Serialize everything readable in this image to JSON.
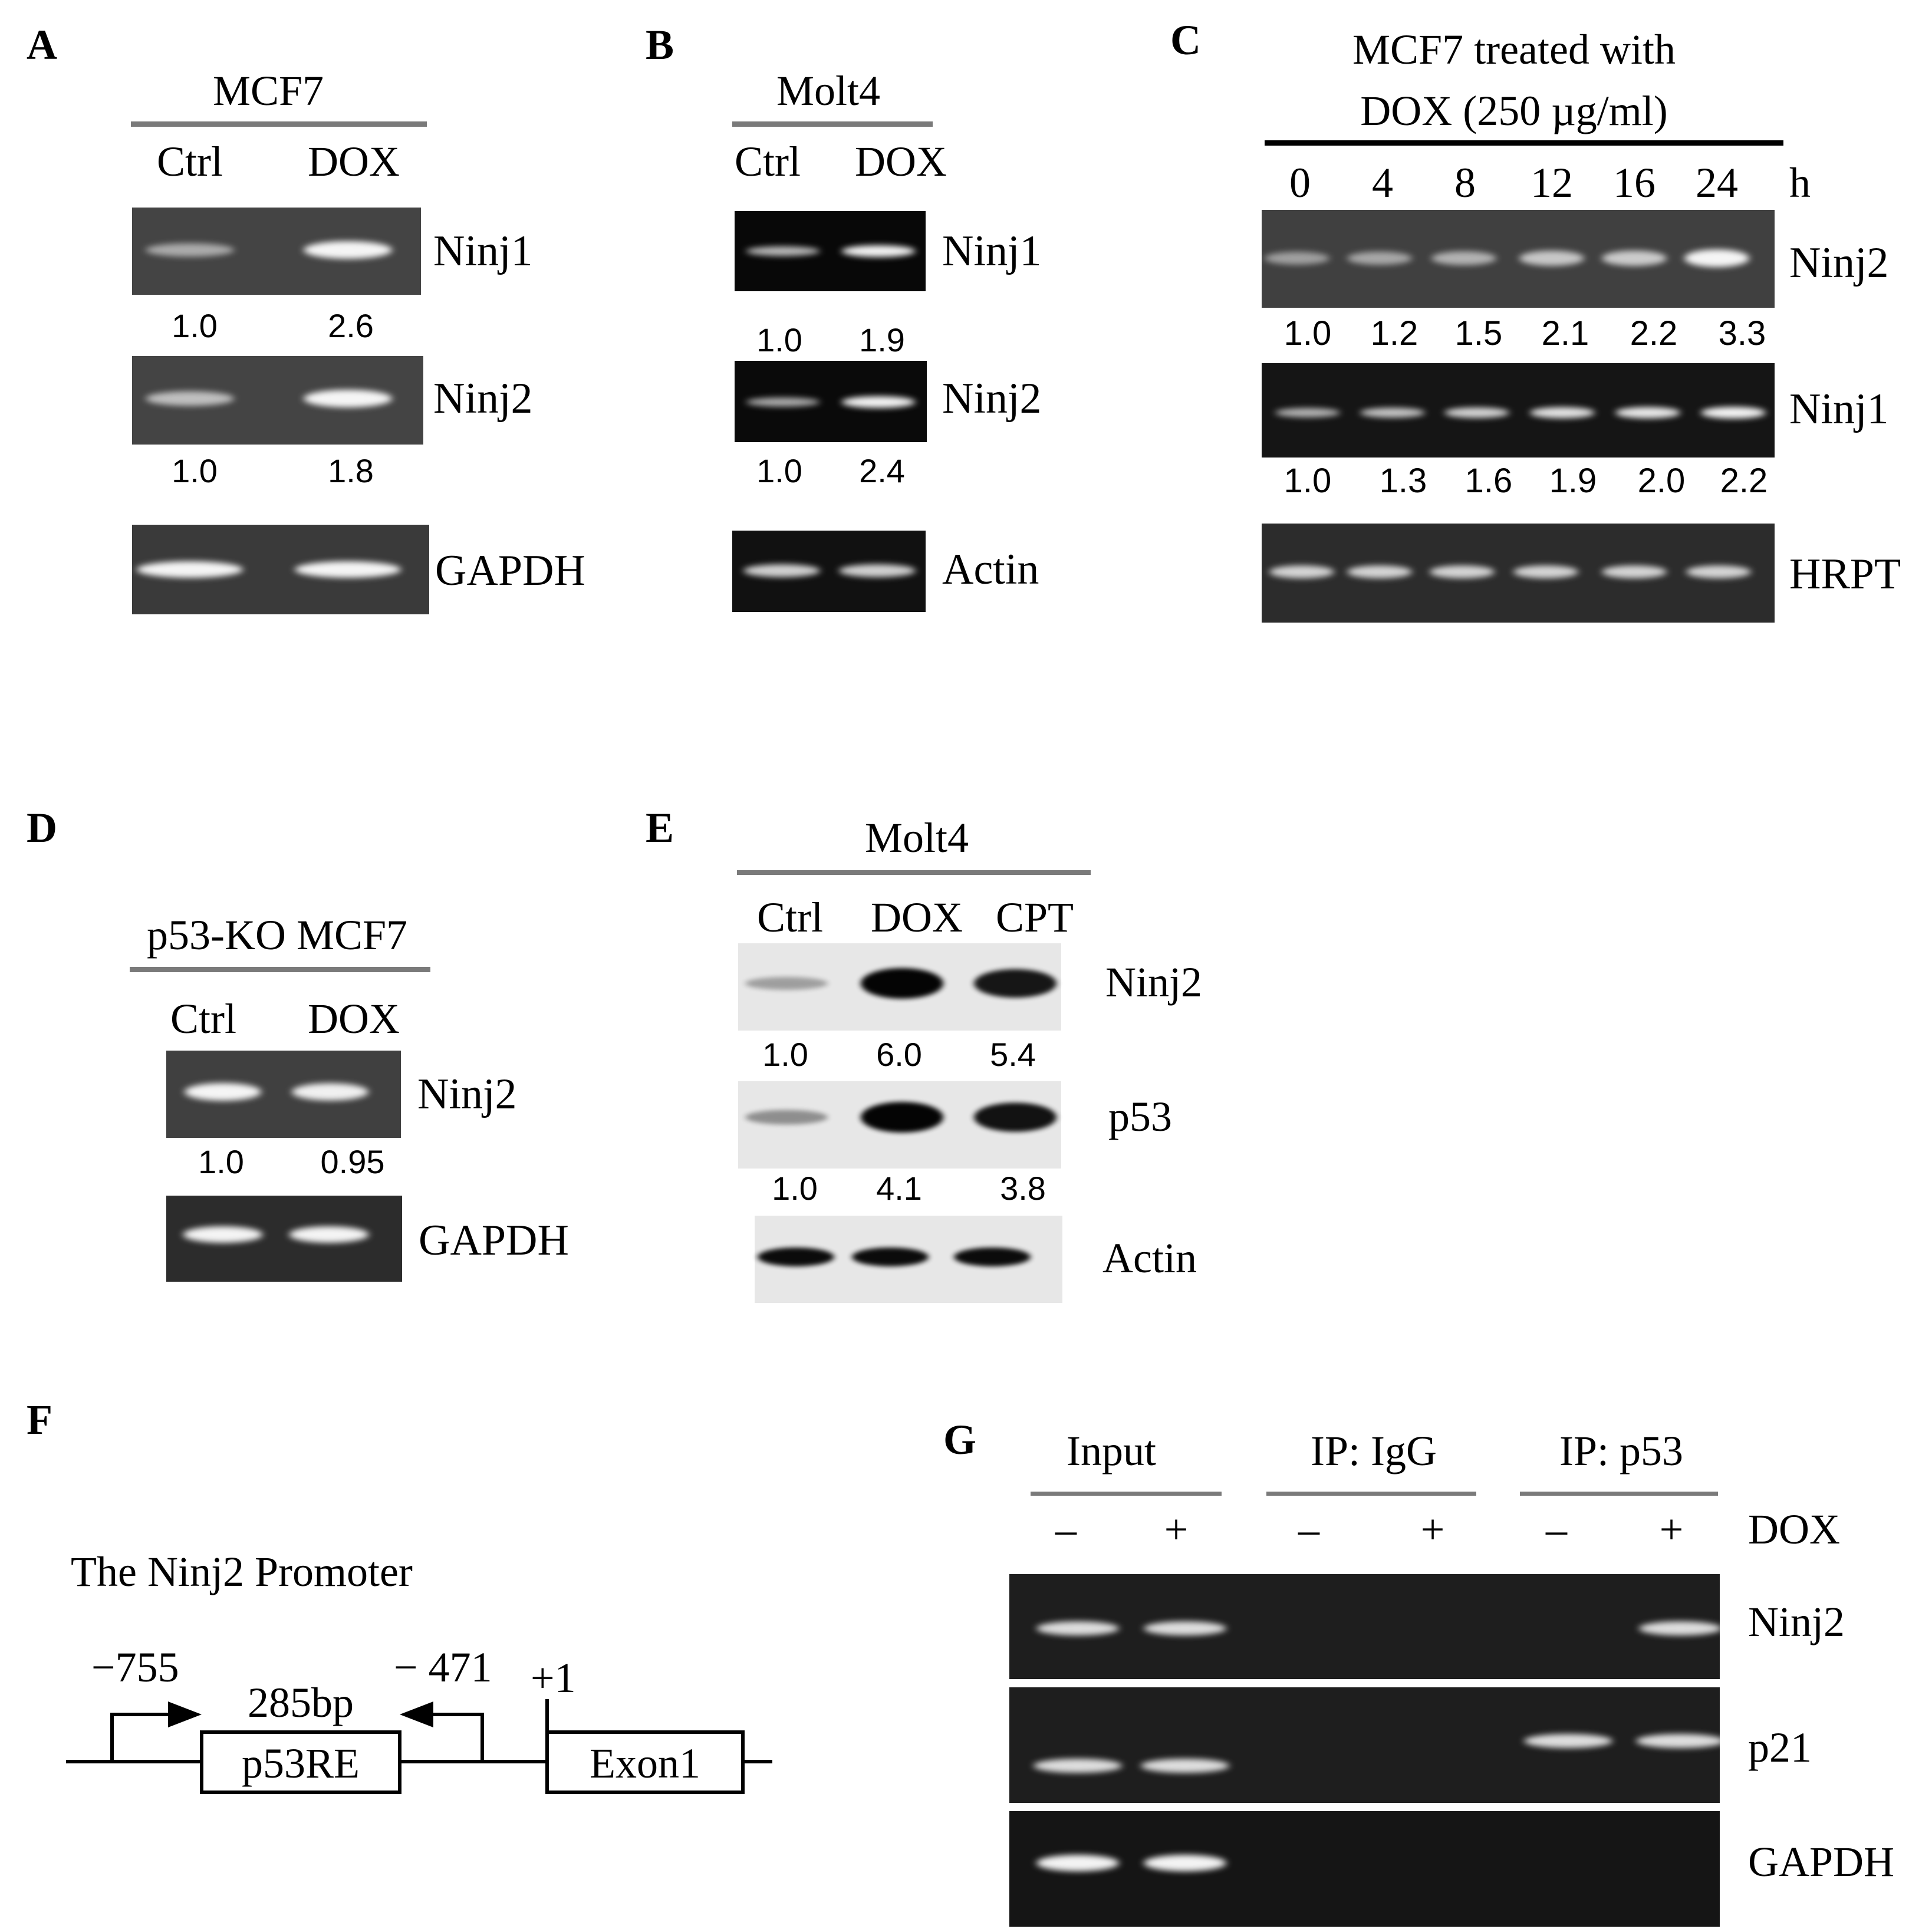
{
  "panels": {
    "A": {
      "letter": "A",
      "cell_line": "MCF7",
      "lanes": [
        "Ctrl",
        "DOX"
      ],
      "rows": [
        {
          "label": "Ninj1",
          "values": [
            "1.0",
            "2.6"
          ]
        },
        {
          "label": "Ninj2",
          "values": [
            "1.0",
            "1.8"
          ]
        },
        {
          "label": "GAPDH"
        }
      ]
    },
    "B": {
      "letter": "B",
      "cell_line": "Molt4",
      "lanes": [
        "Ctrl",
        "DOX"
      ],
      "rows": [
        {
          "label": "Ninj1",
          "values": [
            "1.0",
            "1.9"
          ]
        },
        {
          "label": "Ninj2",
          "values": [
            "1.0",
            "2.4"
          ]
        },
        {
          "label": "Actin"
        }
      ]
    },
    "C": {
      "letter": "C",
      "title_line1": "MCF7 treated with",
      "title_line2": "DOX (250 µg/ml)",
      "lanes": [
        "0",
        "4",
        "8",
        "12",
        "16",
        "24"
      ],
      "unit": "h",
      "rows": [
        {
          "label": "Ninj2",
          "values": [
            "1.0",
            "1.2",
            "1.5",
            "2.1",
            "2.2",
            "3.3"
          ]
        },
        {
          "label": "Ninj1",
          "values": [
            "1.0",
            "1.3",
            "1.6",
            "1.9",
            "2.0",
            "2.2"
          ]
        },
        {
          "label": "HRPT"
        }
      ]
    },
    "D": {
      "letter": "D",
      "cell_line": "p53-KO MCF7",
      "lanes": [
        "Ctrl",
        "DOX"
      ],
      "rows": [
        {
          "label": "Ninj2",
          "values": [
            "1.0",
            "0.95"
          ]
        },
        {
          "label": "GAPDH"
        }
      ]
    },
    "E": {
      "letter": "E",
      "cell_line": "Molt4",
      "lanes": [
        "Ctrl",
        "DOX",
        "CPT"
      ],
      "rows": [
        {
          "label": "Ninj2",
          "values": [
            "1.0",
            "6.0",
            "5.4"
          ]
        },
        {
          "label": "p53",
          "values": [
            "1.0",
            "4.1",
            "3.8"
          ]
        },
        {
          "label": "Actin"
        }
      ]
    },
    "F": {
      "letter": "F",
      "title": "The Ninj2 Promoter",
      "pos_left": "−755",
      "pos_right": "− 471",
      "pos_tss": "+1",
      "amplicon": "285bp",
      "box1": "p53RE",
      "box2": "Exon1"
    },
    "G": {
      "letter": "G",
      "groups": [
        "Input",
        "IP: IgG",
        "IP: p53"
      ],
      "signs": [
        "–",
        "+",
        "–",
        "+",
        "–",
        "+"
      ],
      "treatment": "DOX",
      "rows": [
        {
          "label": "Ninj2"
        },
        {
          "label": "p21"
        },
        {
          "label": "GAPDH"
        }
      ]
    }
  },
  "band_intensity": {
    "A_Ninj1": [
      1.0,
      2.6
    ],
    "A_Ninj2": [
      1.0,
      1.8
    ],
    "B_Ninj1": [
      1.0,
      1.9
    ],
    "B_Ninj2": [
      1.0,
      2.4
    ],
    "C_Ninj2": [
      1.0,
      1.2,
      1.5,
      2.1,
      2.2,
      3.3
    ],
    "C_Ninj1": [
      1.0,
      1.3,
      1.6,
      1.9,
      2.0,
      2.2
    ],
    "D_Ninj2": [
      1.0,
      0.95
    ],
    "E_Ninj2": [
      1.0,
      6.0,
      5.4
    ],
    "E_p53": [
      1.0,
      4.1,
      3.8
    ],
    "G_Ninj2": [
      1,
      1,
      0,
      0,
      0,
      1
    ],
    "G_p21": [
      1,
      1,
      0,
      0,
      1,
      1
    ],
    "G_GAPDH": [
      1,
      1,
      0,
      0,
      0,
      0
    ]
  }
}
